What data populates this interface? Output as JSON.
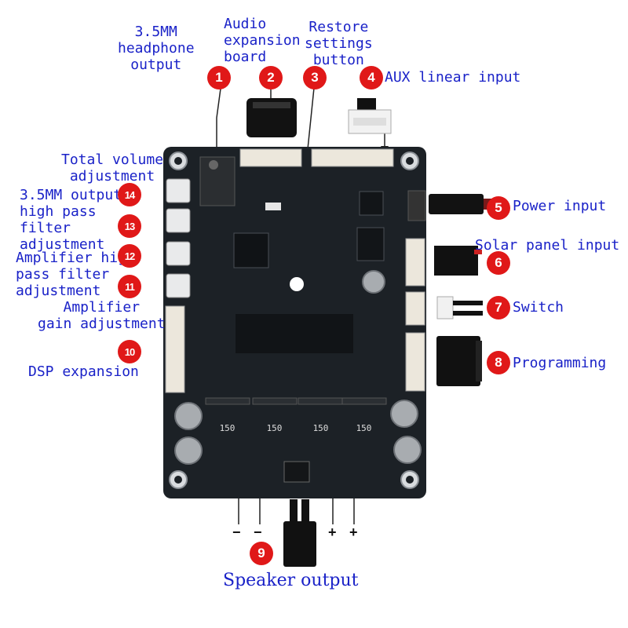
{
  "colors": {
    "label": "#1a22c8",
    "badge": "#e01818",
    "board": "#1c2126"
  },
  "callouts": [
    {
      "number": "1",
      "label": "3.5MM\nheadphone\noutput"
    },
    {
      "number": "2",
      "label": "Audio\nexpansion\nboard"
    },
    {
      "number": "3",
      "label": "Restore\nsettings\nbutton"
    },
    {
      "number": "4",
      "label": "AUX linear input"
    },
    {
      "number": "5",
      "label": "Power input"
    },
    {
      "number": "6",
      "label": "Solar panel input"
    },
    {
      "number": "7",
      "label": "Switch"
    },
    {
      "number": "8",
      "label": "Programming"
    },
    {
      "number": "9",
      "label": "Speaker output"
    },
    {
      "number": "10",
      "label": "DSP expansion"
    },
    {
      "number": "11",
      "label": "Amplifier\ngain adjustment"
    },
    {
      "number": "12",
      "label": "Amplifier high\npass filter\nadjustment"
    },
    {
      "number": "13",
      "label": "3.5MM output\nhigh pass\nfilter\nadjustment"
    },
    {
      "number": "14",
      "label": "Total volume\nadjustment"
    }
  ],
  "speaker_signs": {
    "minus": "−",
    "plus": "+"
  },
  "inductor_marking": "150"
}
